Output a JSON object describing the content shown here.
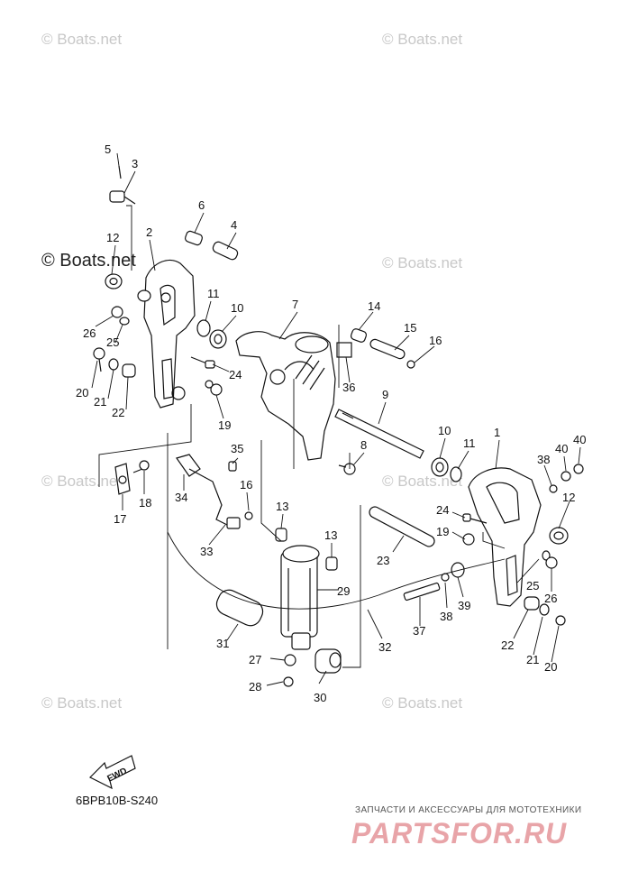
{
  "watermarks": [
    "© Boats.net",
    "© Boats.net",
    "© Boats.net",
    "© Boats.net",
    "© Boats.net",
    "© Boats.net",
    "© Boats.net",
    "© Boats.net"
  ],
  "diagram_code": "6BPB10B-S240",
  "fwd_label": "FWD",
  "footer": {
    "tagline": "ЗАПЧАСТИ И АКСЕССУАРЫ ДЛЯ МОТОТЕХНИКИ",
    "brand": "PARTSFOR.RU"
  },
  "callouts": [
    "1",
    "2",
    "3",
    "4",
    "5",
    "6",
    "7",
    "8",
    "9",
    "10",
    "10",
    "11",
    "11",
    "12",
    "12",
    "13",
    "13",
    "14",
    "15",
    "16",
    "16",
    "17",
    "18",
    "19",
    "19",
    "20",
    "20",
    "21",
    "21",
    "22",
    "22",
    "23",
    "24",
    "24",
    "25",
    "25",
    "26",
    "26",
    "27",
    "28",
    "29",
    "30",
    "31",
    "32",
    "33",
    "34",
    "35",
    "36",
    "37",
    "38",
    "38",
    "39",
    "40",
    "40"
  ]
}
